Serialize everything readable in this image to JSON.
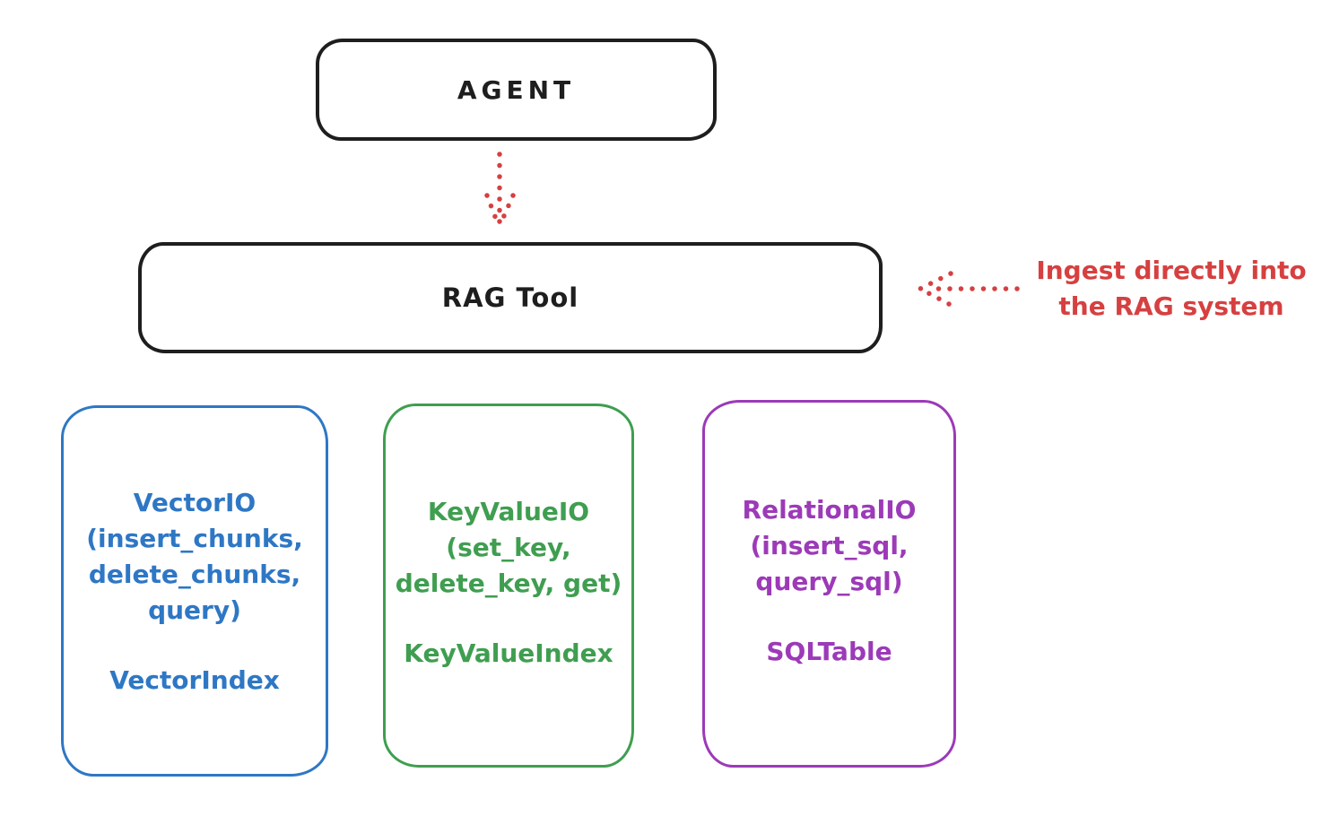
{
  "diagram": {
    "agent": {
      "label": "AGENT"
    },
    "rag_tool": {
      "label": "RAG Tool"
    },
    "annotation": {
      "line1": "Ingest directly into",
      "line2": "the RAG system"
    },
    "stores": {
      "vector": {
        "lines": [
          "VectorIO",
          "(insert_chunks,",
          "delete_chunks,",
          "query)"
        ],
        "index": "VectorIndex",
        "color": "#2e77c5"
      },
      "keyvalue": {
        "lines": [
          "KeyValueIO",
          "(set_key,",
          "delete_key, get)"
        ],
        "index": "KeyValueIndex",
        "color": "#3f9e50"
      },
      "relational": {
        "lines": [
          "RelationalIO",
          "(insert_sql,",
          "query_sql)"
        ],
        "index": "SQLTable",
        "color": "#9c3ab8"
      }
    },
    "colors": {
      "ink": "#1e1e1e",
      "accent_red": "#d64040",
      "blue": "#2e77c5",
      "green": "#3f9e50",
      "purple": "#9c3ab8"
    }
  }
}
